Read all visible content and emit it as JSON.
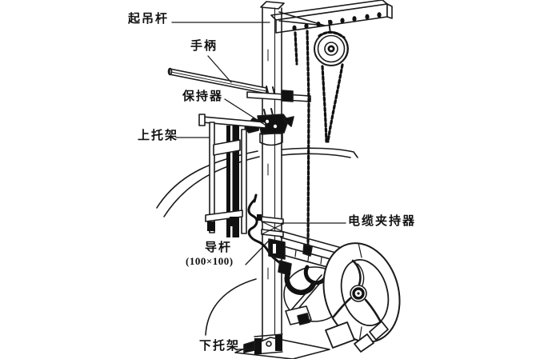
{
  "labels": {
    "lifting_bar": "起吊杆",
    "handle": "手柄",
    "retainer": "保持器",
    "upper_bracket": "上托架",
    "cable_clamp": "电缆夹持器",
    "guide_rod": "导杆",
    "guide_rod_size": "(100×100)",
    "lower_bracket": "下托架"
  },
  "colors": {
    "ink": "#1a1a1a",
    "background": "#ffffff"
  }
}
